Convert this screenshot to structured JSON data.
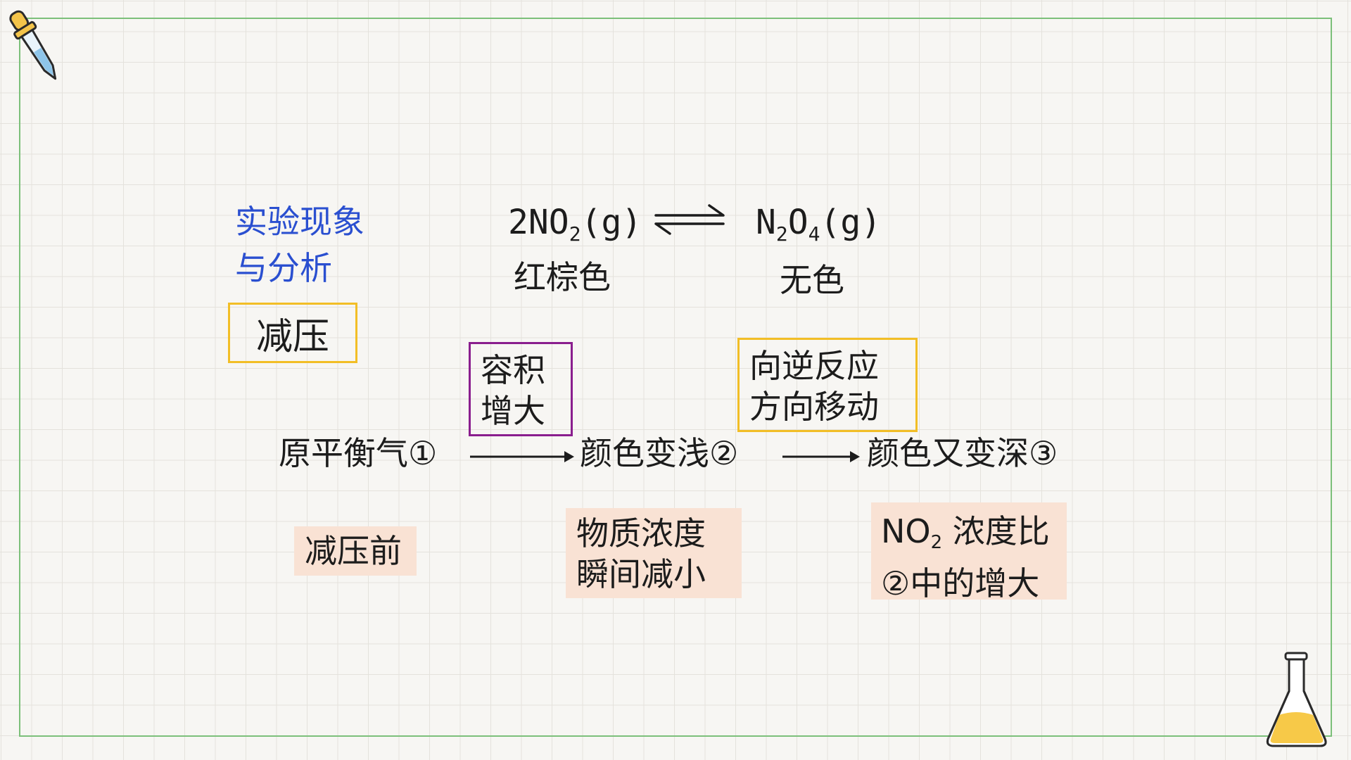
{
  "section_title": {
    "line1": "实验现象",
    "line2": "与分析"
  },
  "condition": "减压",
  "equation": {
    "reactant_coef": "2",
    "reactant_formula_a": "NO",
    "reactant_sub": "2",
    "reactant_state": "(g)",
    "product_formula_a": "N",
    "product_sub_1": "2",
    "product_formula_b": "O",
    "product_sub_2": "4",
    "product_state": "(g)",
    "reactant_color": "红棕色",
    "product_color": "无色"
  },
  "stages": {
    "stage1": "原平衡气①",
    "stage2": "颜色变浅②",
    "stage3": "颜色又变深③"
  },
  "arrow_tags": {
    "volume_line1": "容积",
    "volume_line2": "增大",
    "shift_line1": "向逆反应",
    "shift_line2": "方向移动"
  },
  "notes": {
    "before": "减压前",
    "conc_line1": "物质浓度",
    "conc_line2": "瞬间减小",
    "no2_formula": "NO",
    "no2_sub": "2",
    "no2_rest": " 浓度比",
    "no2_line2": "②中的增大"
  },
  "colors": {
    "heading": "#2a4fd0",
    "yellow_box": "#f2be26",
    "purple_box": "#8a1e8e",
    "note_bg": "#f9e2d4",
    "frame": "#7cc07a"
  },
  "icons": {
    "top_left": "dropper-icon",
    "bottom_right": "flask-icon"
  }
}
